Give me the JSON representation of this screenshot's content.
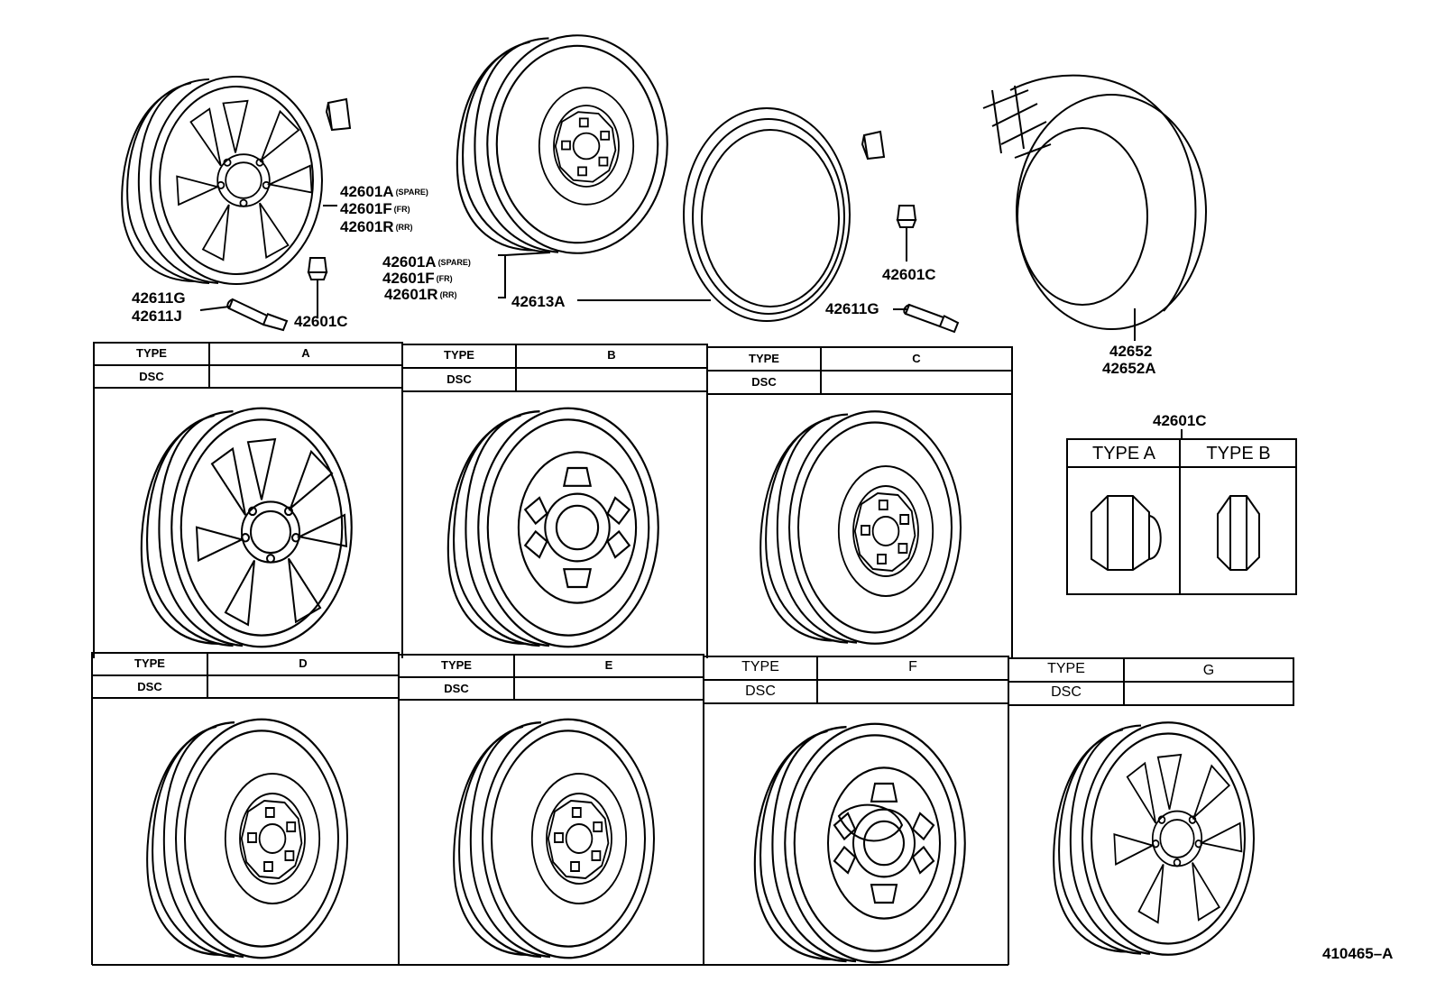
{
  "callouts": {
    "wheel_part_a": "42601A",
    "wheel_part_a_note": "(SPARE)",
    "wheel_part_f": "42601F",
    "wheel_part_f_note": "(FR)",
    "wheel_part_r": "42601R",
    "wheel_part_r_note": "(RR)",
    "valve_g": "42611G",
    "valve_j": "42611J",
    "nut_left": "42601C",
    "mid_part_a": "42601A",
    "mid_part_a_note": "(SPARE)",
    "mid_part_f": "42601F",
    "mid_part_f_note": "(FR)",
    "mid_part_r": "42601R",
    "mid_part_r_note": "(RR)",
    "ring": "42613A",
    "nut_right": "42601C",
    "valve_right": "42611G",
    "tire_1": "42652",
    "tire_2": "42652A",
    "nut_box_title": "42601C",
    "nut_type_a": "TYPE A",
    "nut_type_b": "TYPE B"
  },
  "type_table": {
    "type_header": "TYPE",
    "dsc_header": "DSC",
    "panels": [
      {
        "type": "A",
        "dsc": ""
      },
      {
        "type": "B",
        "dsc": ""
      },
      {
        "type": "C",
        "dsc": ""
      },
      {
        "type": "D",
        "dsc": ""
      },
      {
        "type": "E",
        "dsc": ""
      },
      {
        "type": "F",
        "dsc": ""
      },
      {
        "type": "G",
        "dsc": ""
      }
    ]
  },
  "figure_id": "410465–A"
}
